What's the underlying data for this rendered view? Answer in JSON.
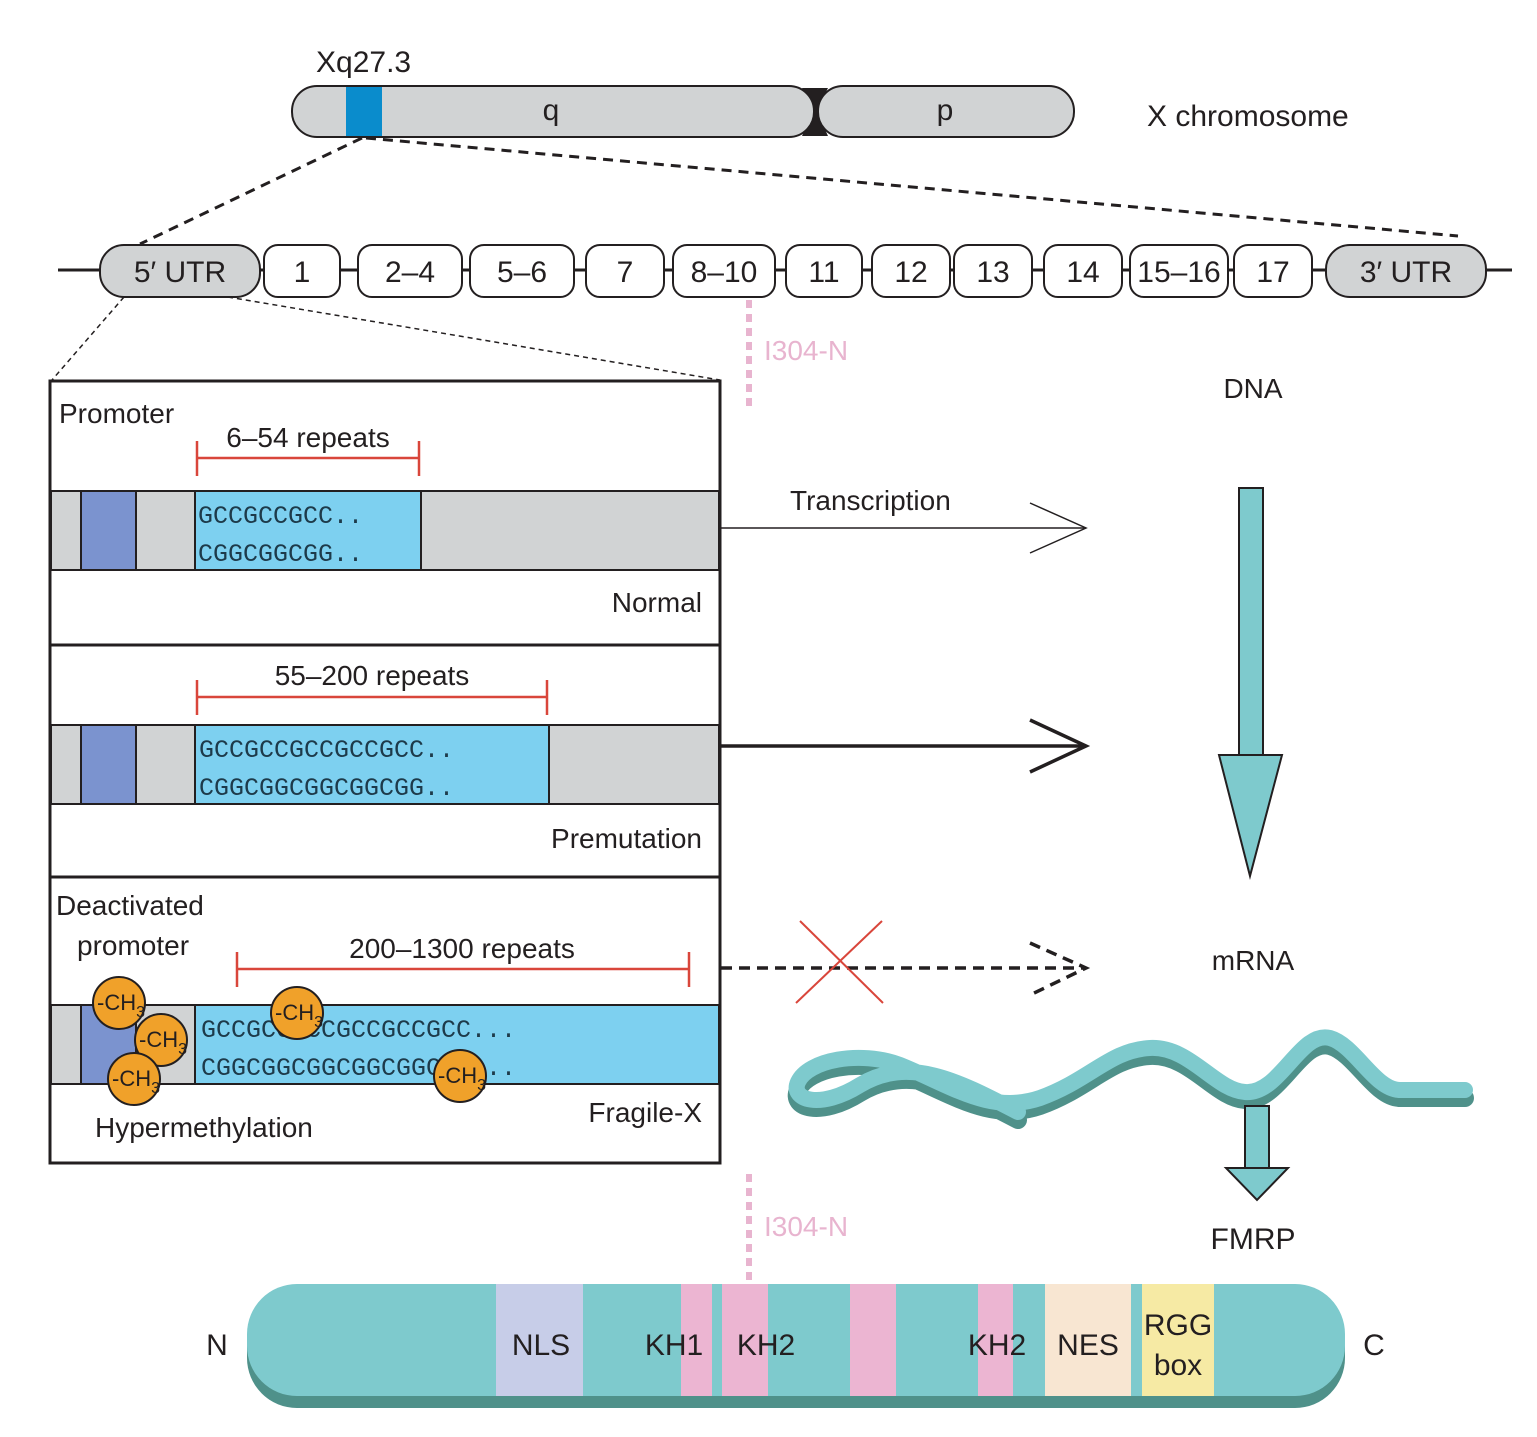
{
  "chromosome": {
    "band_label": "Xq27.3",
    "q_arm": "q",
    "p_arm": "p",
    "name": "X chromosome",
    "band_color": "#0a8ccc",
    "arm_color": "#d1d3d4"
  },
  "gene": {
    "utr5": "5′ UTR",
    "utr3": "3′ UTR",
    "exons": [
      "1",
      "2–4",
      "5–6",
      "7",
      "8–10",
      "11",
      "12",
      "13",
      "14",
      "15–16",
      "17"
    ],
    "mutation_label": "I304-N",
    "mutation_color": "#e8b4cf"
  },
  "panels": [
    {
      "title": "Promoter",
      "range_label": "6–54 repeats",
      "seq_top": "GCCGCCGCC..",
      "seq_bottom": "CGGCGGCGG..",
      "status": "Normal",
      "arrow_label": "Transcription"
    },
    {
      "title": "",
      "range_label": "55–200 repeats",
      "seq_top": "GCCGCCGCCGCCGCC..",
      "seq_bottom": "CGGCGGCGGCGGCGG..",
      "status": "Premutation"
    },
    {
      "title_line1": "Deactivated",
      "title_line2": "promoter",
      "range_label": "200–1300 repeats",
      "seq_top": "GCCGCCGCCGCCGCCGCC...",
      "seq_bottom": "CGGCGGCGGCGGCGGCGG...",
      "status": "Fragile-X",
      "methyl_label": "CH",
      "methyl_sub": "3",
      "methylation_label": "Hypermethylation"
    }
  ],
  "flow": {
    "dna": "DNA",
    "mrna": "mRNA",
    "protein": "FMRP"
  },
  "protein": {
    "n_term": "N",
    "c_term": "C",
    "domains": [
      "NLS",
      "KH1",
      "KH2",
      "KH2",
      "NES",
      "RGG",
      "box"
    ]
  },
  "colors": {
    "teal": "#7ecacd",
    "teal_dark": "#4f918a",
    "repeat_blue": "#7dd0f0",
    "promoter_blue": "#7b93cf",
    "methyl_orange": "#f0a12a",
    "red": "#d9463b",
    "nls": "#c7cde8",
    "kh": "#ecb5d2",
    "nes": "#f8e6d2",
    "rgg": "#f6eaa4"
  }
}
